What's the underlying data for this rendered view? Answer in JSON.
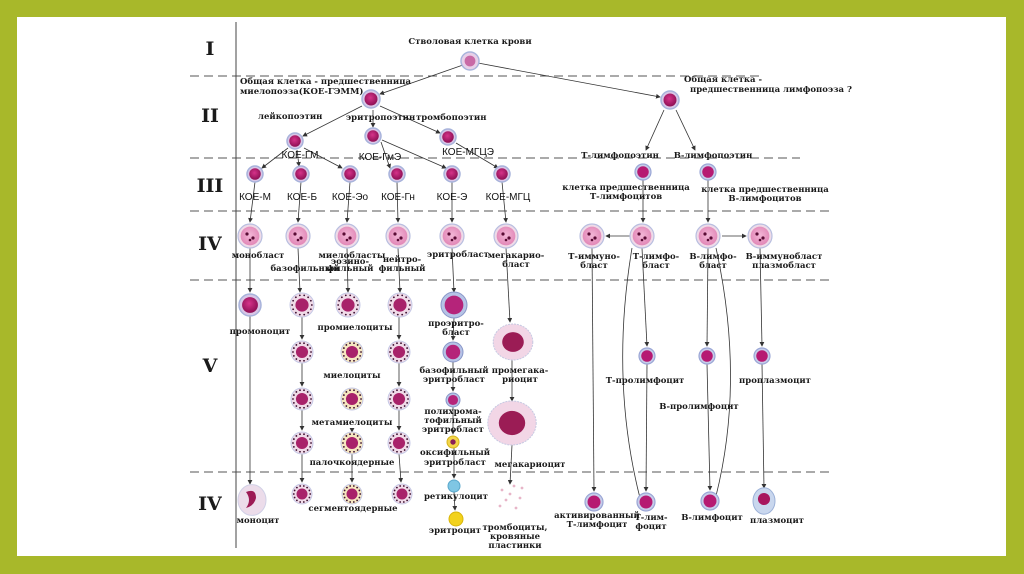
{
  "colors": {
    "border": "#a8b82a",
    "background": "#ffffff",
    "line": "#333333",
    "cell_nucleus": "#b0186a",
    "cell_cytoplasm": "#e9c7dc",
    "cell_membrane": "#9aa8d0"
  },
  "stages": [
    {
      "id": "I",
      "label": "I"
    },
    {
      "id": "II",
      "label": "II"
    },
    {
      "id": "III",
      "label": "III"
    },
    {
      "id": "IV",
      "label": "IV"
    },
    {
      "id": "V",
      "label": "V"
    },
    {
      "id": "VI",
      "label": "IV"
    }
  ],
  "labels": {
    "stem_cell": "Стволовая клетка крови",
    "myelo_progenitor_1": "Общая клетка -  предшественница",
    "myelo_progenitor_2": "миелопоэза(КОЕ-ГЭММ)",
    "lympho_progenitor_1": "Общая клетка -",
    "lympho_progenitor_2": "предшественница лимфопоэза ?",
    "leukopoietin": "лейкопоэтин",
    "erythropoietin": "эритропоэтин",
    "thrombopoietin": "тромбопоэтин",
    "koe_gm": "КОЕ-ГМ",
    "koe_gme": "КОЕ-ГмЭ",
    "koe_mgce": "КОЕ-МГЦЭ",
    "t_lymphopoietin": "Т-лимфопоэтин",
    "b_lymphopoietin": "В-лимфопоэтин",
    "koe_m": "КОЕ-М",
    "koe_b": "КОЕ-Б",
    "koe_eo": "КОЕ-Эо",
    "koe_gn": "КОЕ-Гн",
    "koe_e": "КОЕ-Э",
    "koe_mgc": "КОЕ-МГЦ",
    "t_precursor_1": "клетка предшественница",
    "t_precursor_2": "Т-лимфоцитов",
    "b_precursor_1": "клетка предшественница",
    "b_precursor_2": "В-лимфоцитов",
    "monoblast": "монобласт",
    "myeloblasts": "миелобласты",
    "basophilic": "базофильный",
    "eosino_1": "эозино-",
    "eosino_2": "фильный",
    "neutro_1": "нейтро-",
    "neutro_2": "фильный",
    "erythroblast": "эритробласт",
    "megakaryo_1": "мегакарио-",
    "megakaryo_2": "бласт",
    "t_immuno_1": "Т-иммуно-",
    "t_immuno_2": "бласт",
    "t_lympho_1": "Т-лимфо-",
    "t_lympho_2": "бласт",
    "b_lympho_1": "В-лимфо-",
    "b_lympho_2": "бласт",
    "b_immuno_1": "В-иммунобласт",
    "b_immuno_2": "плазмобласт",
    "promonocyte": "промоноцит",
    "promyelocytes": "промиелоциты",
    "proerythro_1": "проэритро-",
    "proerythro_2": "бласт",
    "myelocytes": "миелоциты",
    "baso_erythro_1": "базофильный",
    "baso_erythro_2": "эритробласт",
    "promegakaryo_1": "промегака-",
    "promegakaryo_2": "риоцит",
    "metamyelocytes": "метамиелоциты",
    "polychrom_1": "полихрома-",
    "polychrom_2": "тофильный",
    "polychrom_3": "эритробласт",
    "band": "палочкоядерные",
    "oxyphil_1": "оксифильный",
    "oxyphil_2": "эритробласт",
    "megakaryocyte": "мегакариоцит",
    "t_prolymphocyte": "Т-пролимфоцит",
    "b_prolymphocyte": "В-пролимфоцит",
    "proplasmocyte": "проплазмоцит",
    "monocyte": "моноцит",
    "segmented": "сегментоядерные",
    "reticulocyte": "ретикулоцит",
    "erythrocyte": "эритроцит",
    "platelets_1": "тромбоциты,",
    "platelets_2": "кровяные",
    "platelets_3": "пластинки",
    "activated_t_1": "активированный",
    "activated_t_2": "Т-лимфоцит",
    "t_lymphocyte_1": "Т-лим-",
    "t_lymphocyte_2": "фоцит",
    "b_lymphocyte": "В-лимфоцит",
    "plasmocyte": "плазмоцит"
  }
}
